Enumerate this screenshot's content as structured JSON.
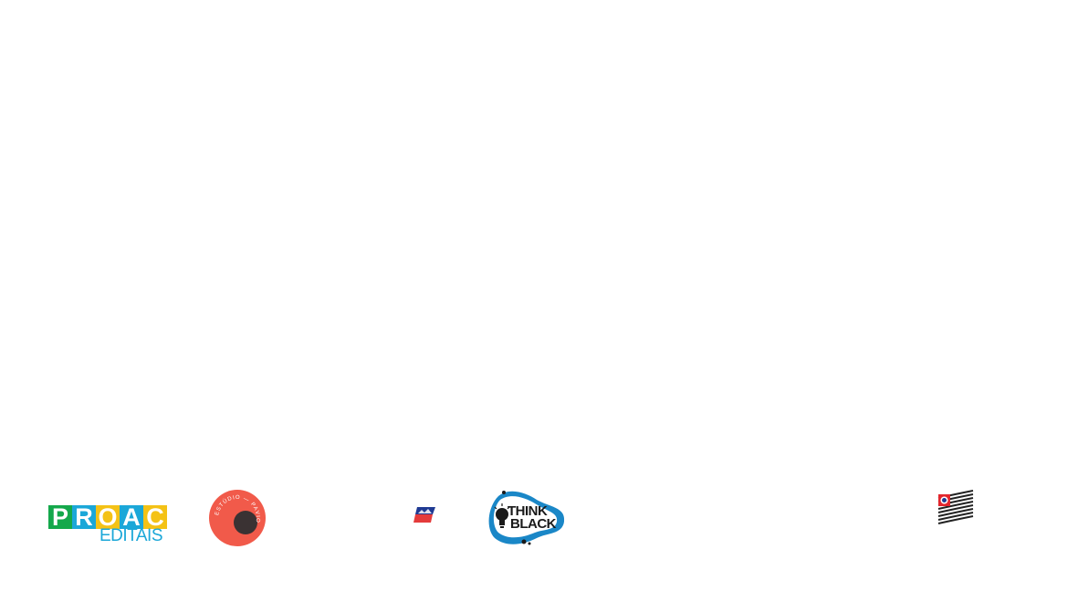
{
  "sponsors": {
    "proac": {
      "letters": [
        "P",
        "R",
        "O",
        "A",
        "C"
      ],
      "letter_colors": [
        "#14a84b",
        "#1ba7d8",
        "#f4c216",
        "#1ba7d8",
        "#f4c216"
      ],
      "subtitle": "EDITAIS"
    },
    "pavio": {
      "ring_text": "ESTÚDIO — PAVIO",
      "colors": {
        "outer": "#f15a4a",
        "inner": "#3a3233"
      }
    },
    "small_logo": {
      "colors": {
        "top": "#1f3a93",
        "bottom": "#e43b3b"
      }
    },
    "think_black": {
      "line1": "THINK",
      "line2": "BLACK",
      "colors": {
        "blob": "#1a87c7",
        "text": "#1a1a1a"
      }
    },
    "sao_paulo": {
      "colors": {
        "stripes": "#222222",
        "red": "#e2262d",
        "blue": "#1f3a93"
      }
    }
  }
}
